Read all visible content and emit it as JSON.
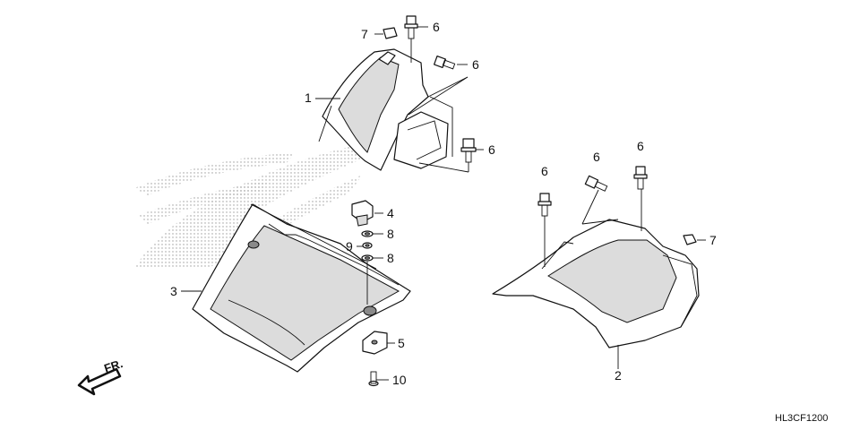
{
  "diagram": {
    "code": "HL3CF1200",
    "direction_label": "FR.",
    "callouts": [
      {
        "id": "c1",
        "label": "1"
      },
      {
        "id": "c2",
        "label": "2"
      },
      {
        "id": "c3",
        "label": "3"
      },
      {
        "id": "c4",
        "label": "4"
      },
      {
        "id": "c5",
        "label": "5"
      },
      {
        "id": "c6a",
        "label": "6"
      },
      {
        "id": "c6b",
        "label": "6"
      },
      {
        "id": "c6c",
        "label": "6"
      },
      {
        "id": "c6d",
        "label": "6"
      },
      {
        "id": "c6e",
        "label": "6"
      },
      {
        "id": "c6f",
        "label": "6"
      },
      {
        "id": "c7a",
        "label": "7"
      },
      {
        "id": "c7b",
        "label": "7"
      },
      {
        "id": "c8a",
        "label": "8"
      },
      {
        "id": "c8b",
        "label": "8"
      },
      {
        "id": "c9",
        "label": "9"
      },
      {
        "id": "c10",
        "label": "10"
      }
    ]
  }
}
